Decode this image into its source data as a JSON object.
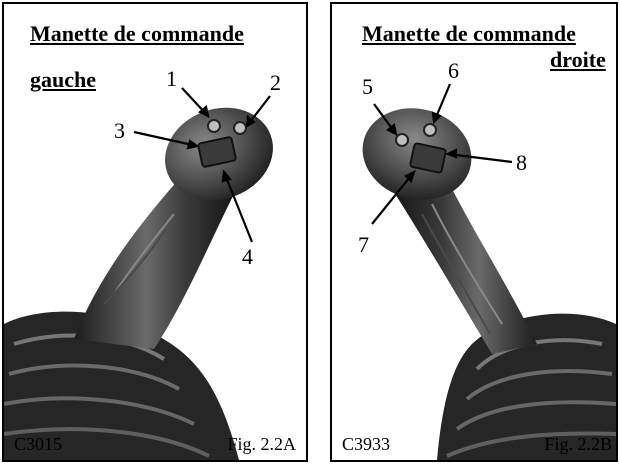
{
  "left_panel": {
    "title_line1": "Manette de commande",
    "title_line2": "gauche",
    "callouts": [
      "1",
      "2",
      "3",
      "4"
    ],
    "code": "C3015",
    "figure": "Fig. 2.2A"
  },
  "right_panel": {
    "title_line1": "Manette de commande",
    "title_line2": "droite",
    "callouts": [
      "5",
      "6",
      "7",
      "8"
    ],
    "code": "C3933",
    "figure": "Fig. 2.2B"
  },
  "colors": {
    "border": "#000000",
    "background": "#ffffff",
    "handle_dark": "#1f1f1f",
    "handle_mid": "#555555",
    "handle_light": "#9a9a9a"
  }
}
